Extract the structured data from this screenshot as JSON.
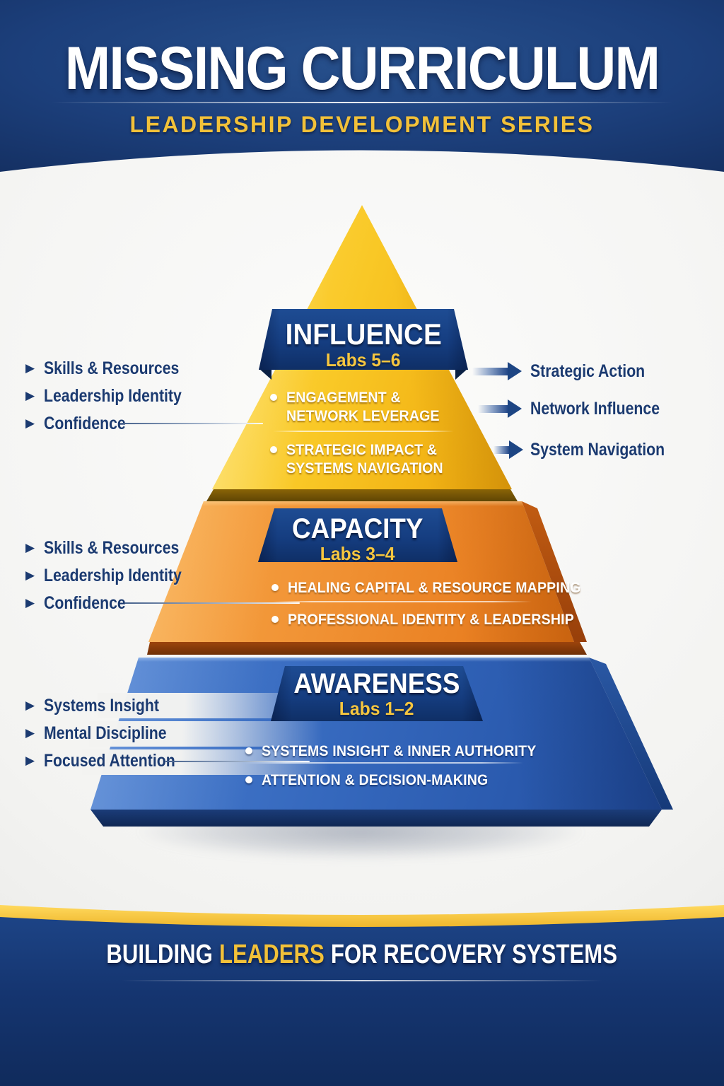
{
  "header": {
    "title": "MISSING CURRICULUM",
    "subtitle": "LEADERSHIP DEVELOPMENT SERIES"
  },
  "pyramid": {
    "levels": [
      {
        "name": "INFLUENCE",
        "labs": "Labs 5–6",
        "bullets": [
          "ENGAGEMENT &\nNETWORK LEVERAGE",
          "STRATEGIC IMPACT &\nSYSTEMS NAVIGATION"
        ],
        "color": "#f7c31f"
      },
      {
        "name": "CAPACITY",
        "labs": "Labs 3–4",
        "bullets": [
          "HEALING CAPITAL & RESOURCE MAPPING",
          "PROFESSIONAL IDENTITY & LEADERSHIP"
        ],
        "color": "#ee8a28"
      },
      {
        "name": "AWARENESS",
        "labs": "Labs 1–2",
        "bullets": [
          "SYSTEMS INSIGHT & INNER AUTHORITY",
          "ATTENTION & DECISION-MAKING"
        ],
        "color": "#2e5fb3"
      }
    ]
  },
  "left_annotations": {
    "groups": [
      {
        "level": "influence",
        "items": [
          "Skills & Resources",
          "Leadership Identity",
          "Confidence"
        ]
      },
      {
        "level": "capacity",
        "items": [
          "Skills & Resources",
          "Leadership Identity",
          "Confidence"
        ]
      },
      {
        "level": "awareness",
        "items": [
          "Systems Insight",
          "Mental Discipline",
          "Focused Attention"
        ]
      }
    ]
  },
  "right_annotations": {
    "items": [
      "Strategic Action",
      "Network Influence",
      "System Navigation"
    ]
  },
  "footer": {
    "prefix": "BUILDING",
    "highlight": "LEADERS",
    "suffix": "FOR RECOVERY SYSTEMS"
  },
  "icons": {
    "label_bullet": "▶"
  },
  "colors": {
    "header_navy": "#1c3f7b",
    "banner_navy": "#123a7c",
    "footer_navy": "#153570",
    "gold_accent": "#f2c139",
    "labs_gold": "#f6c63f",
    "label_navy": "#1b3a70",
    "level_yellow": "#f7c31f",
    "level_orange": "#ee8a28",
    "level_blue": "#2e5fb3"
  }
}
